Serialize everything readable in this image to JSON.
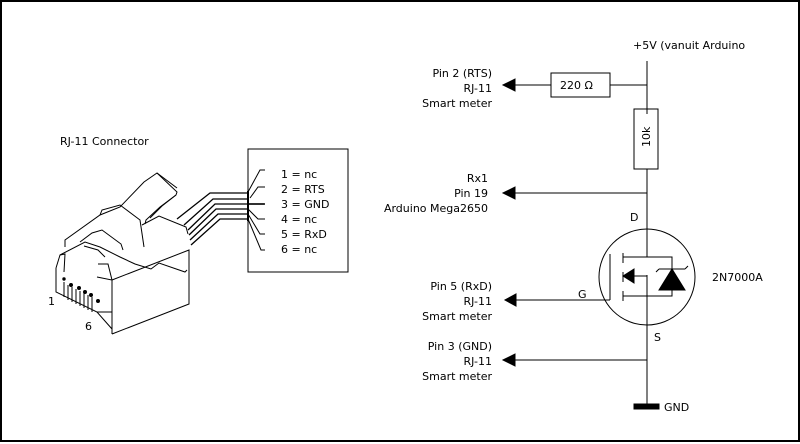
{
  "connector": {
    "title": "RJ-11 Connector",
    "pin_first_label": "1",
    "pin_last_label": "6",
    "pinout": [
      {
        "pin": "1",
        "signal": "nc",
        "text": "1 = nc"
      },
      {
        "pin": "2",
        "signal": "RTS",
        "text": "2 = RTS"
      },
      {
        "pin": "3",
        "signal": "GND",
        "text": "3 = GND"
      },
      {
        "pin": "4",
        "signal": "nc",
        "text": "4 = nc"
      },
      {
        "pin": "5",
        "signal": "RxD",
        "text": "5 = RxD"
      },
      {
        "pin": "6",
        "signal": "nc",
        "text": "6 = nc"
      }
    ]
  },
  "schematic": {
    "supply_label": "+5V (vanuit Arduino",
    "ground_label": "GND",
    "resistor_rts": "220 Ω",
    "resistor_pullup": "10k",
    "transistor": {
      "part": "2N7000A",
      "drain": "D",
      "gate": "G",
      "source": "S"
    },
    "terminals": [
      {
        "id": "rts",
        "lines": [
          "Pin 2 (RTS)",
          "RJ-11",
          "Smart meter"
        ]
      },
      {
        "id": "rx1",
        "lines": [
          "Rx1",
          "Pin 19",
          "Arduino Mega2650"
        ]
      },
      {
        "id": "rxd",
        "lines": [
          "Pin 5 (RxD)",
          "RJ-11",
          "Smart meter"
        ]
      },
      {
        "id": "gnd",
        "lines": [
          "Pin 3 (GND)",
          "RJ-11",
          "Smart meter"
        ]
      }
    ]
  }
}
